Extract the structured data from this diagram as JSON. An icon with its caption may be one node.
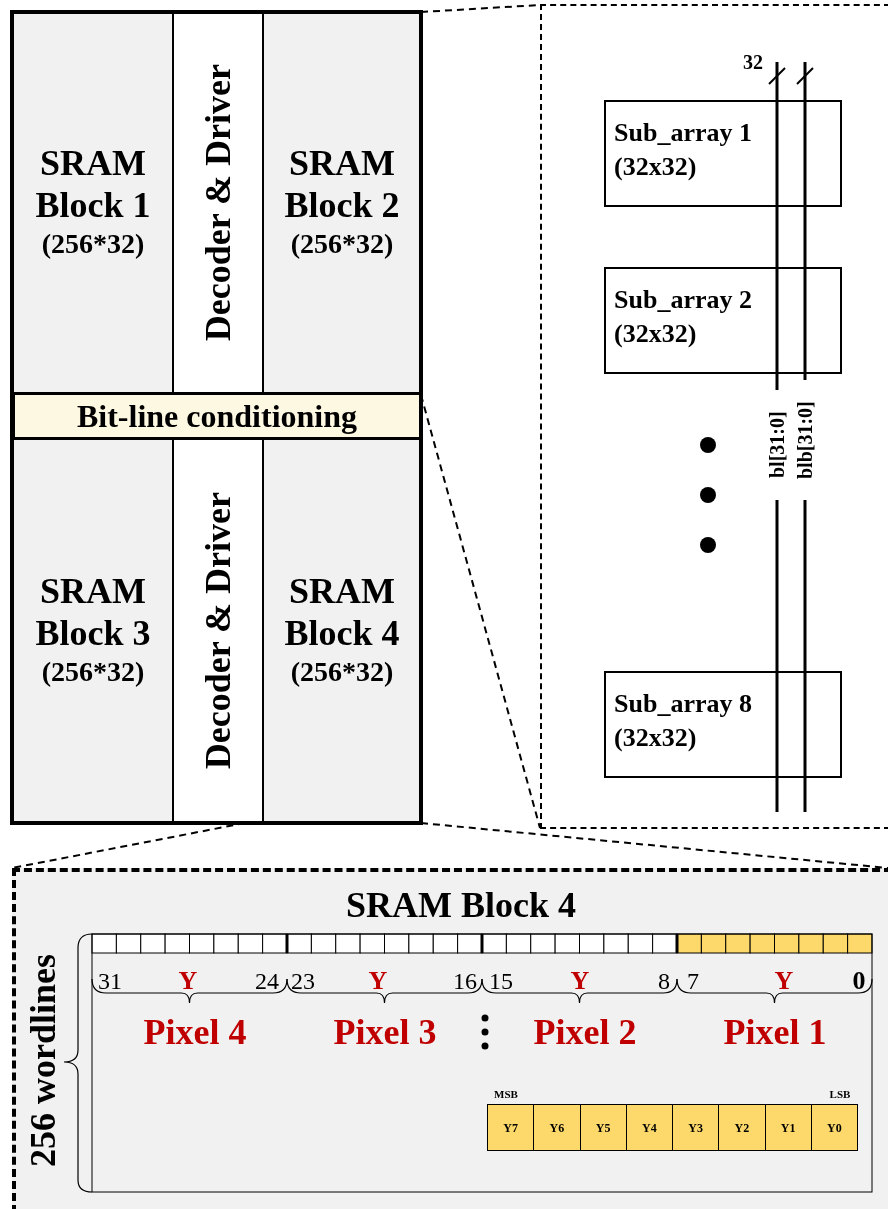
{
  "diagram": {
    "nodes": [
      {
        "text": [
          "SRAM Block 1",
          "(256*32)"
        ]
      },
      {
        "text": [
          "Decoder & Driver"
        ]
      },
      {
        "text": [
          "SRAM Block 2",
          "(256*32)"
        ]
      },
      {
        "text": [
          "Bit-line conditioning"
        ]
      },
      {
        "text": [
          "SRAM Block 3",
          "(256*32)"
        ]
      },
      {
        "text": [
          "Decoder & Driver"
        ]
      },
      {
        "text": [
          "SRAM Block 4",
          "(256*32)"
        ]
      },
      {
        "text": [],
        "shape": "box"
      },
      {
        "text": [
          "Sub_array 1 (32x32)"
        ],
        "in": 7
      },
      {
        "text": [
          "Sub_array 2 (32x32)"
        ],
        "in": 7
      },
      {
        "text": [
          "Sub_array 8 (32x32)"
        ],
        "in": 7
      },
      {
        "text": [
          "SRAM Block 4"
        ]
      }
    ],
    "edges": [
      {
        "from": 2,
        "to": 7,
        "arrow": "none",
        "style": "dashed"
      },
      {
        "from": 3,
        "to": 7,
        "arrow": "none",
        "style": "dashed"
      },
      {
        "from": 5,
        "to": 11,
        "arrow": "none",
        "style": "dashed"
      },
      {
        "from": 6,
        "to": 11,
        "arrow": "none",
        "style": "dashed"
      }
    ],
    "labels": [
      "32",
      "bl[31:0]",
      "blb[31:0]",
      "256 wordlines",
      "31",
      "Y",
      "24",
      "23",
      "Y",
      "16",
      "15",
      "Y",
      "8",
      "7",
      "Y",
      "0",
      "Pixel 4",
      "Pixel 3",
      "Pixel 2",
      "Pixel 1",
      "MSB",
      "LSB",
      "Y7",
      "Y6",
      "Y5",
      "Y4",
      "Y3",
      "Y2",
      "Y1",
      "Y0"
    ]
  }
}
